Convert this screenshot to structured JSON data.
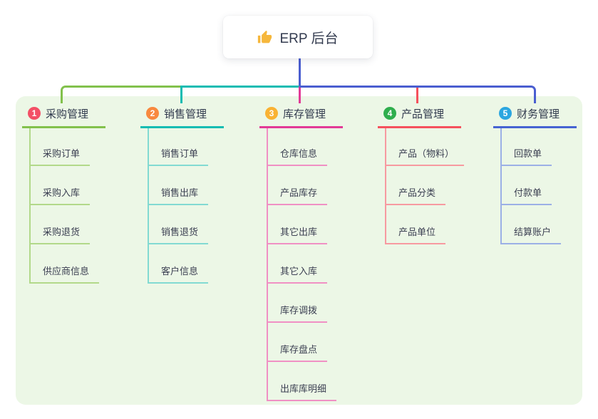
{
  "root": {
    "title": "ERP 后台",
    "icon": "thumbs-up-icon",
    "icon_color": "#f6b73c"
  },
  "connector_color": "#4a5ed0",
  "panel_color": "#ecf7e6",
  "text_color": "#313a4e",
  "branches": [
    {
      "badge": "1",
      "label": "采购管理",
      "badge_color": "#f35066",
      "line_color": "#82c14c",
      "light_color": "#b2d98a",
      "children": [
        "采购订单",
        "采购入库",
        "采购退货",
        "供应商信息"
      ]
    },
    {
      "badge": "2",
      "label": "销售管理",
      "badge_color": "#f8893f",
      "line_color": "#13bcb2",
      "light_color": "#82dad2",
      "children": [
        "销售订单",
        "销售出库",
        "销售退货",
        "客户信息"
      ]
    },
    {
      "badge": "3",
      "label": "库存管理",
      "badge_color": "#f9b233",
      "line_color": "#e23a97",
      "light_color": "#f090c4",
      "children": [
        "仓库信息",
        "产品库存",
        "其它出库",
        "其它入库",
        "库存调拨",
        "库存盘点",
        "出库库明细"
      ]
    },
    {
      "badge": "4",
      "label": "产品管理",
      "badge_color": "#2fae4d",
      "line_color": "#f5515d",
      "light_color": "#f79aa0",
      "children": [
        "产品（物料）",
        "产品分类",
        "产品单位"
      ]
    },
    {
      "badge": "5",
      "label": "财务管理",
      "badge_color": "#2ba6e0",
      "line_color": "#4663d2",
      "light_color": "#9cb0e6",
      "children": [
        "回款单",
        "付款单",
        "结算账户"
      ]
    }
  ]
}
